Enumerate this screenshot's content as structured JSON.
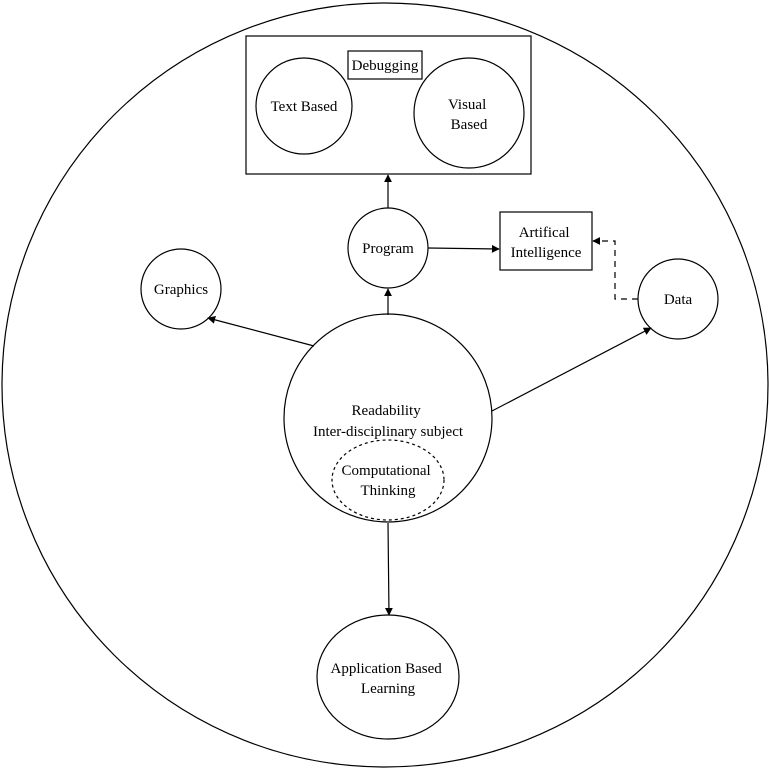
{
  "diagram": {
    "debugging": "Debugging",
    "text_based": "Text Based",
    "visual_based": [
      "Visual",
      "Based"
    ],
    "program": "Program",
    "artificial_intelligence": [
      "Artifical",
      "Intelligence"
    ],
    "graphics": "Graphics",
    "data": "Data",
    "center": [
      "Readability",
      "Inter-disciplinary subject"
    ],
    "computational_thinking": [
      "Computational",
      "Thinking"
    ],
    "application_based_learning": [
      "Application Based",
      "Learning"
    ]
  }
}
